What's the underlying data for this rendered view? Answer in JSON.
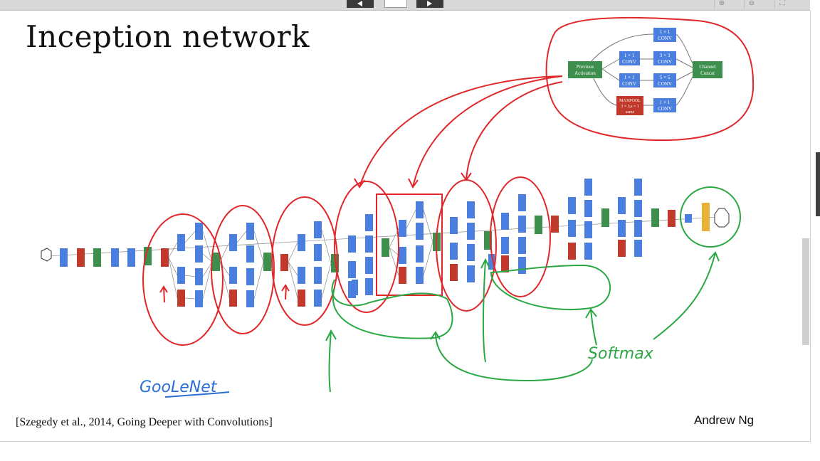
{
  "slide": {
    "title": "Inception network",
    "citation": "[Szegedy et al., 2014, Going Deeper with Convolutions]",
    "author": "Andrew Ng"
  },
  "module_diagram": {
    "previous_activation": "Previous Activation",
    "conv_1x1_a": "1 × 1 CONV",
    "conv_1x1_b": "1 × 1 CONV",
    "conv_1x1_c": "1 × 1 CONV",
    "conv_1x1_d": "1 × 1 CONV",
    "conv_3x3": "3 × 3 CONV",
    "conv_5x5": "5 × 5 CONV",
    "maxpool": "MAXPOOL 3 × 3,s = 1 same",
    "channel_concat": "Channel Concat"
  },
  "annotations": {
    "googlenet": "GooLeNet",
    "softmax": "Softmax"
  },
  "colors": {
    "conv_blue": "#4a7fe0",
    "concat_green": "#3e8e4e",
    "pool_red": "#c0392b",
    "softmax_yellow": "#e8b23a",
    "ink_red": "#e0282b",
    "ink_green": "#2aa843",
    "ink_blue": "#2a6fd6"
  }
}
